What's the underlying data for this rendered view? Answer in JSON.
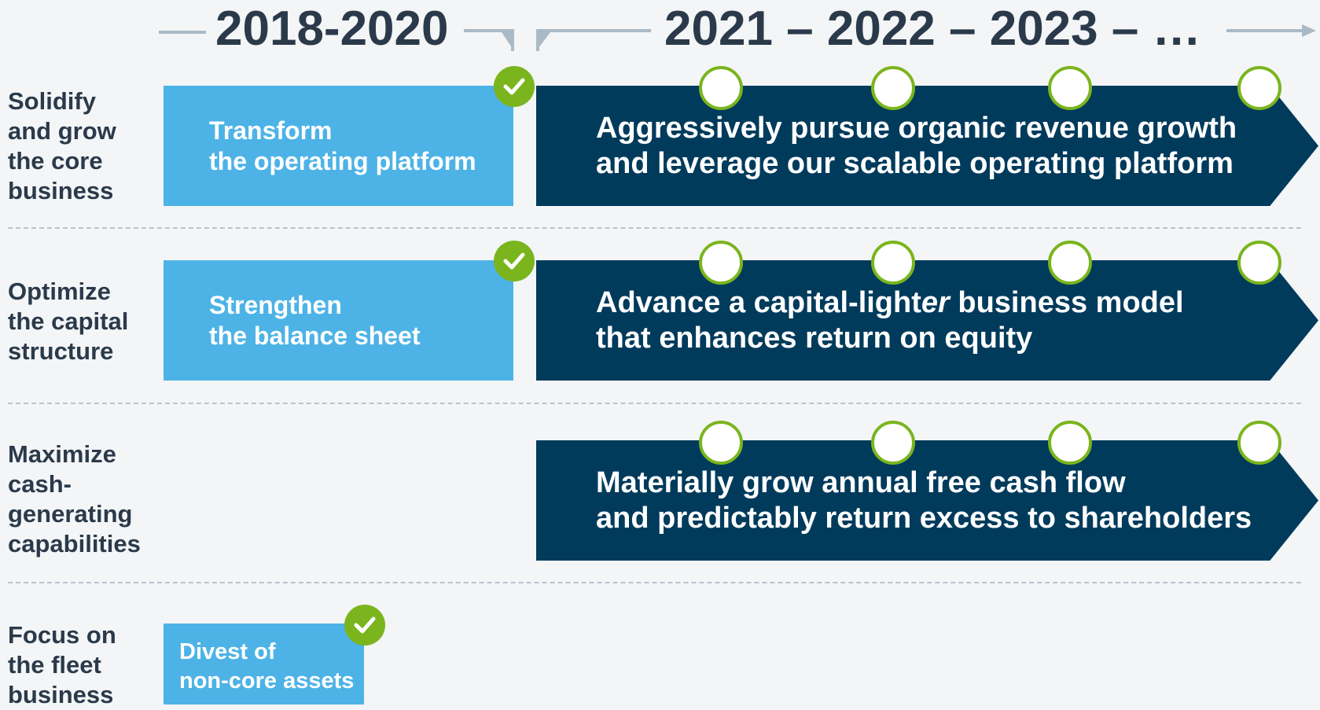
{
  "header": {
    "period_left": "2018-2020",
    "period_right": "2021 – 2022 – 2023 – …"
  },
  "rows": [
    {
      "label": [
        "Solidify",
        "and grow",
        "the core",
        "business"
      ],
      "done_text": [
        "Transform",
        "the operating platform"
      ],
      "future_text": [
        "Aggressively pursue organic revenue growth",
        "and leverage our scalable operating platform"
      ]
    },
    {
      "label": [
        "Optimize",
        "the capital",
        "structure"
      ],
      "done_text": [
        "Strengthen",
        "the balance sheet"
      ],
      "future_text_line1_pre": "Advance a capital-light",
      "future_text_line1_em": "er",
      "future_text_line1_post": " business model",
      "future_text_line2": "that enhances return on equity"
    },
    {
      "label": [
        "Maximize",
        "cash-",
        "generating",
        "capabilities"
      ],
      "future_text": [
        "Materially grow annual free cash flow",
        "and predictably return excess to shareholders"
      ]
    },
    {
      "label": [
        "Focus on",
        "the fleet",
        "business"
      ],
      "done_text": [
        "Divest of",
        "non-core assets"
      ]
    }
  ],
  "colors": {
    "background": "#f3f5f7",
    "light_blue": "#4db3e6",
    "dark_navy": "#003b5c",
    "check_green": "#7ab51d",
    "timeline_gray": "#a9bac6",
    "label_text": "#2b3a4a"
  },
  "icons": {
    "completed": "checkmark-icon",
    "milestone": "open-circle-icon",
    "timeline_arrow": "arrow-right-icon"
  }
}
